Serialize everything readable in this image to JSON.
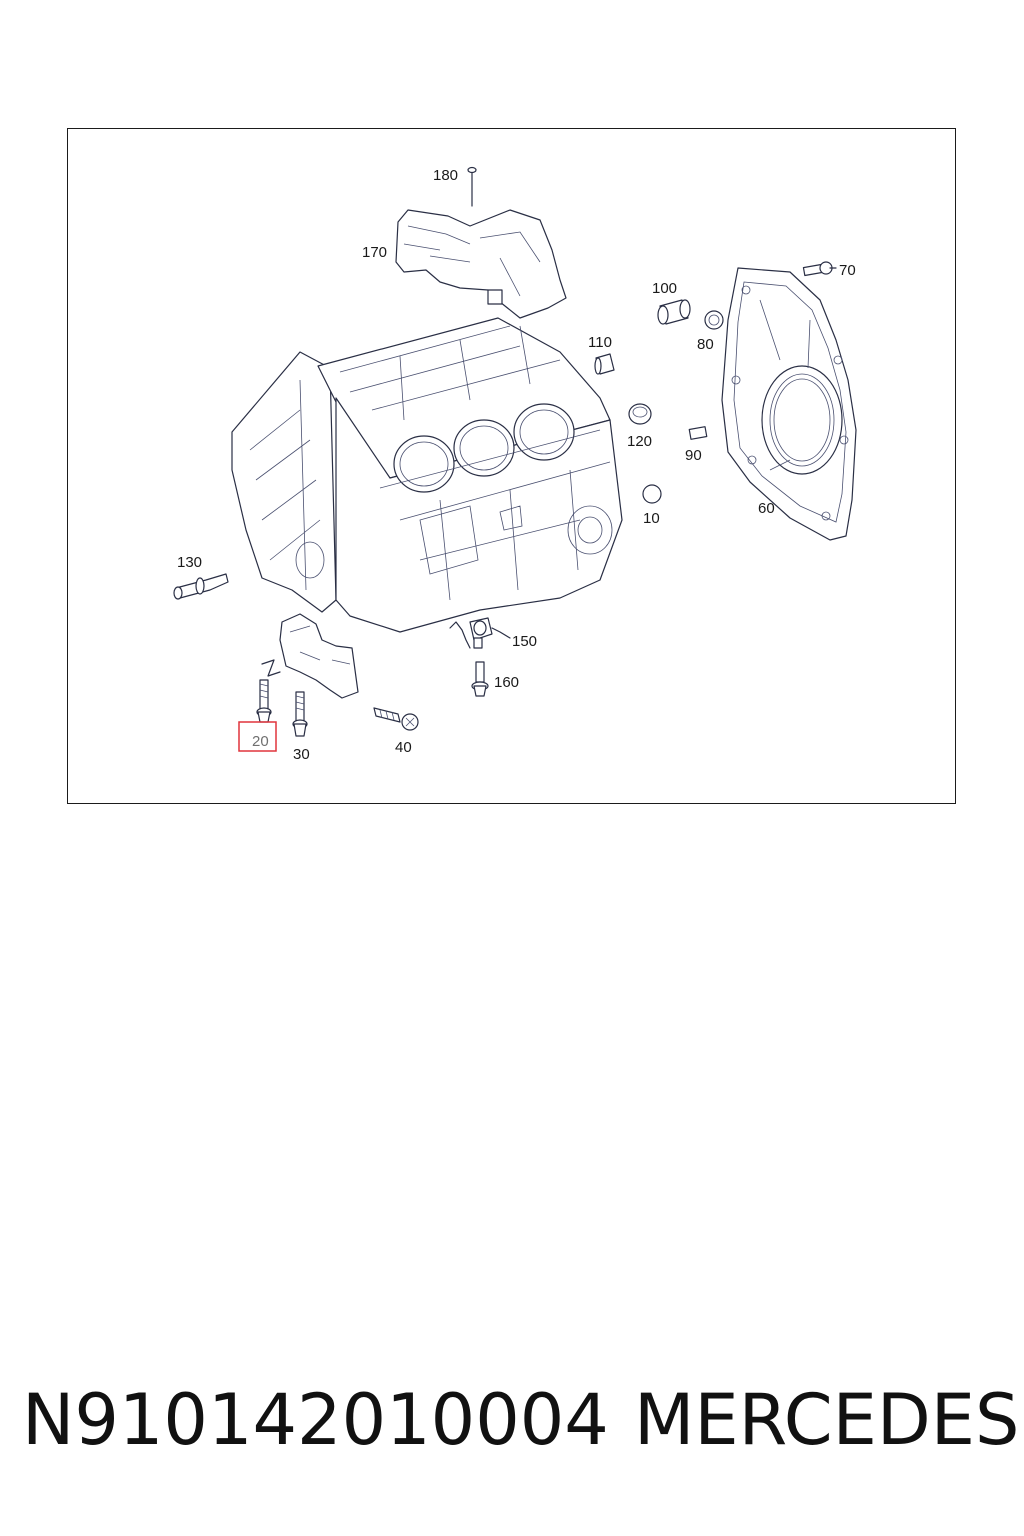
{
  "diagram": {
    "callouts": {
      "c10": "10",
      "c20": "20",
      "c30": "30",
      "c40": "40",
      "c60": "60",
      "c70": "70",
      "c80": "80",
      "c90": "90",
      "c100": "100",
      "c110": "110",
      "c120": "120",
      "c130": "130",
      "c150": "150",
      "c160": "160",
      "c170": "170",
      "c180": "180"
    },
    "highlight_color": "#e0343c",
    "highlighted_callout": "20"
  },
  "caption": {
    "part_number": "N910142010004",
    "brand": "MERCEDES"
  }
}
